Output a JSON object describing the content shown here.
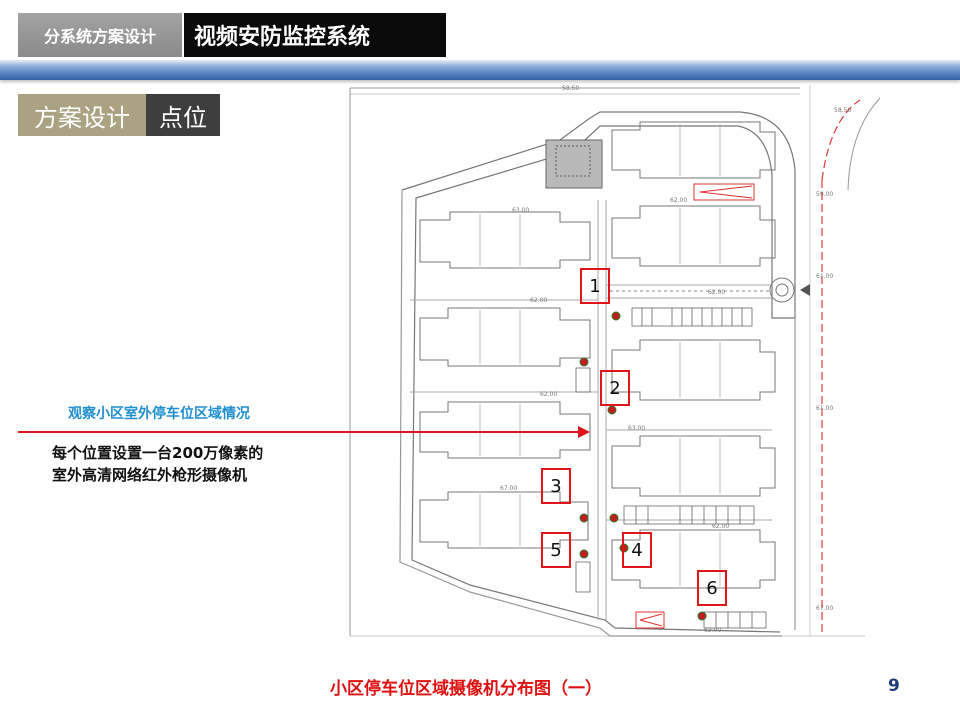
{
  "header": {
    "subsystem_label": "分系统方案设计",
    "system_title": "视频安防监控系统"
  },
  "section": {
    "tab_a": "方案设计",
    "tab_b": "点位"
  },
  "annotation": {
    "observe_label": "观察小区室外停车位区域情况",
    "note_line1": "每个位置设置一台200万像素的",
    "note_line2": "室外高清网络红外枪形摄像机"
  },
  "plan": {
    "cameras": [
      "1",
      "2",
      "3",
      "4",
      "5",
      "6"
    ],
    "elevation_labels": [
      "58.50",
      "59.00",
      "61.00",
      "62.00",
      "63.00",
      "67.00"
    ],
    "accent_color": "#e0151a"
  },
  "footer": {
    "caption": "小区停车位区域摄像机分布图（一）",
    "page_number": "9"
  }
}
